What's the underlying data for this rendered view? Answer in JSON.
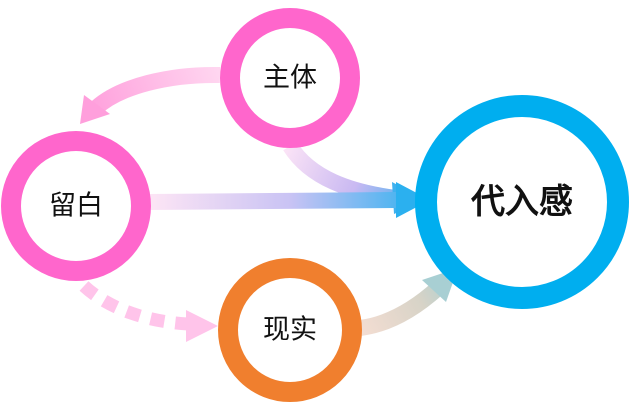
{
  "nodes": {
    "subject": {
      "label": "主体",
      "color": "#ff66cc"
    },
    "blank": {
      "label": "留白",
      "color": "#ff66cc"
    },
    "reality": {
      "label": "现实",
      "color": "#f07f2e"
    },
    "immersion": {
      "label": "代入感",
      "color": "#00aeef"
    }
  },
  "edges": [
    {
      "from": "subject",
      "to": "blank",
      "style": "solid"
    },
    {
      "from": "subject",
      "to": "immersion",
      "style": "solid"
    },
    {
      "from": "blank",
      "to": "immersion",
      "style": "solid"
    },
    {
      "from": "blank",
      "to": "reality",
      "style": "dotted"
    },
    {
      "from": "reality",
      "to": "immersion",
      "style": "solid"
    }
  ]
}
